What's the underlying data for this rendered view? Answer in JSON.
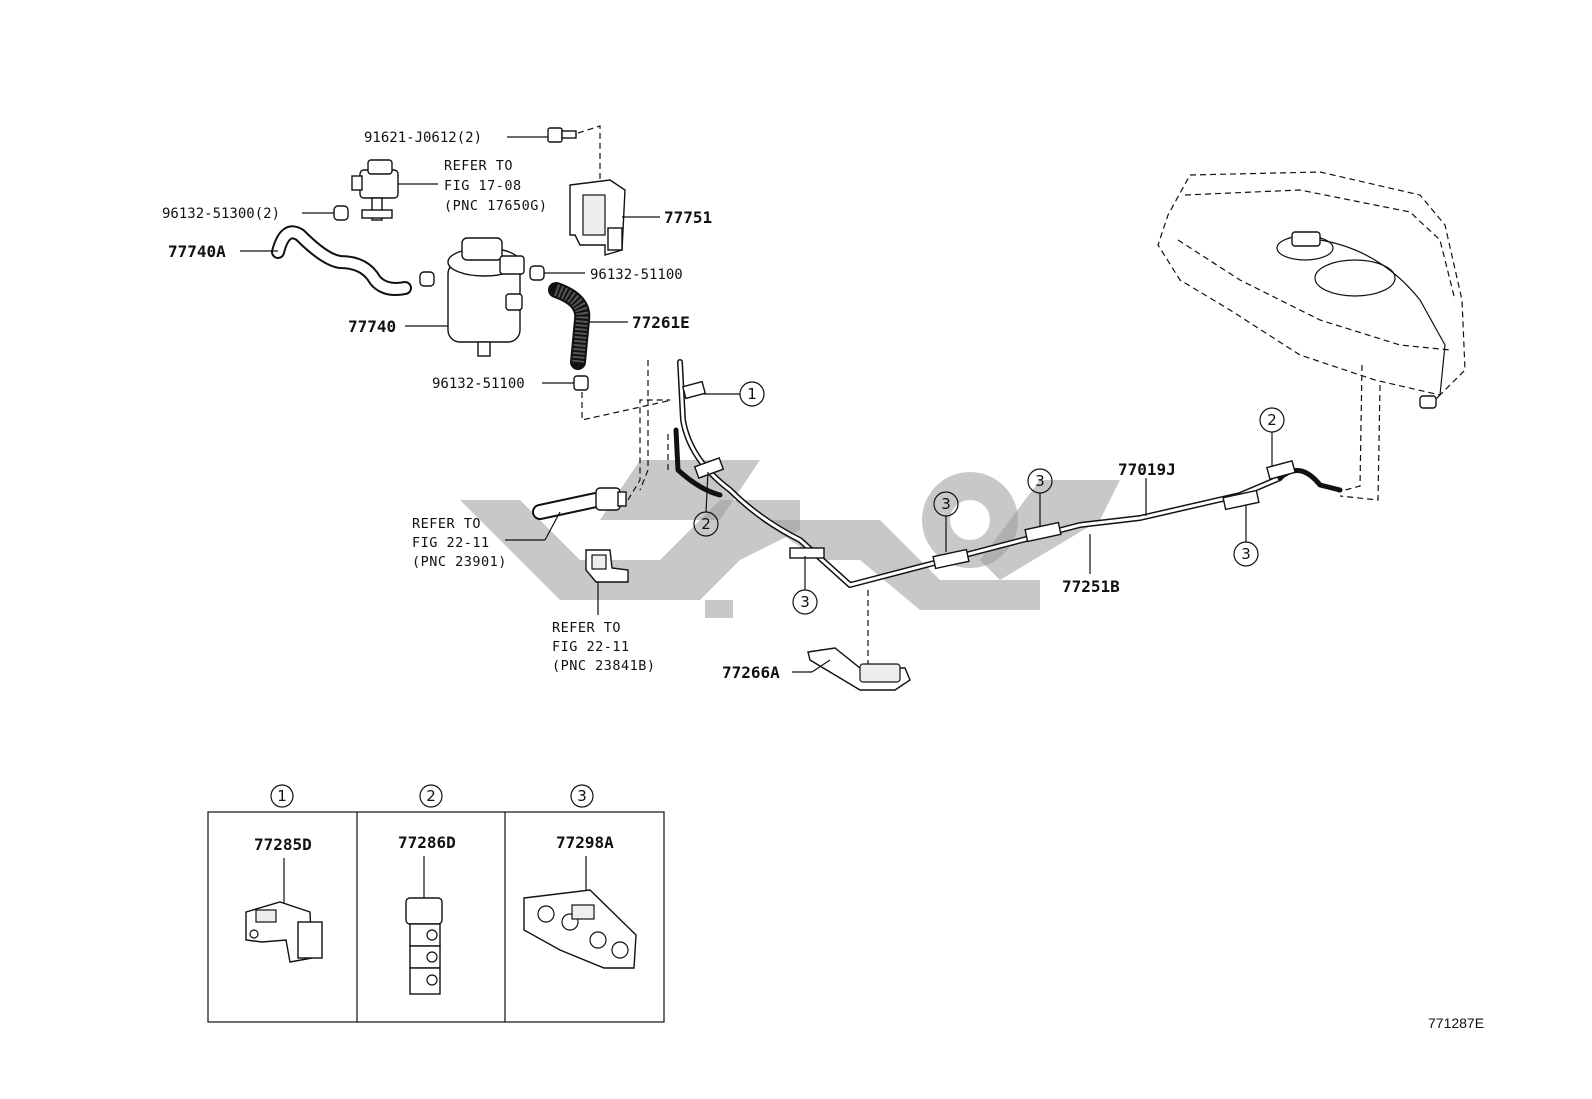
{
  "labels": {
    "bolt": "91621-J0612(2)",
    "refer_17": [
      "REFER TO",
      "FIG 17-08",
      "(PNC 17650G)"
    ],
    "clamp_a": "96132-51300(2)",
    "bracket": "77751",
    "hose_a": "77740A",
    "clamp_b": "96132-51100",
    "canister": "77740",
    "hose_e": "77261E",
    "clamp_c": "96132-51100",
    "refer_22a": [
      "REFER TO",
      "FIG 22-11",
      "(PNC 23901)"
    ],
    "refer_22b": [
      "REFER TO",
      "FIG 22-11",
      "(PNC 23841B)"
    ],
    "tube_j": "77019J",
    "tube_b": "77251B",
    "protector": "77266A"
  },
  "callouts": [
    "1",
    "2",
    "3"
  ],
  "legend": [
    {
      "num": "1",
      "part": "77285D"
    },
    {
      "num": "2",
      "part": "77286D"
    },
    {
      "num": "3",
      "part": "77298A"
    }
  ],
  "diagram_code": "771287E"
}
